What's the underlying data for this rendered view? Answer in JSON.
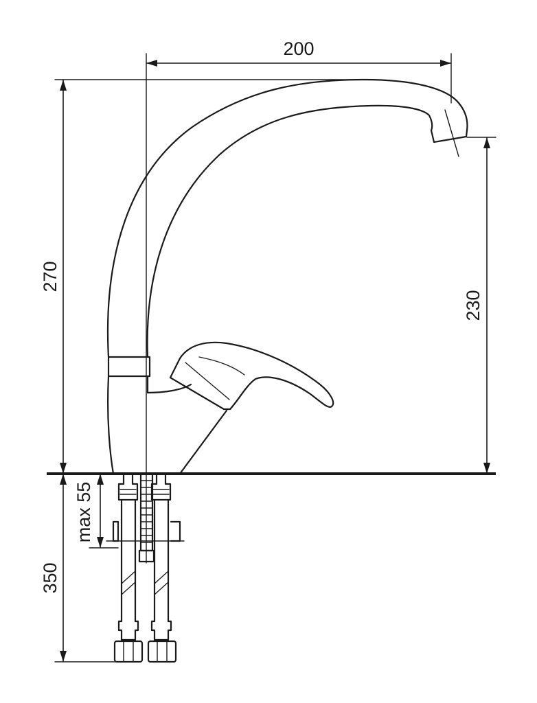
{
  "dimensions": {
    "spout_reach": "200",
    "total_height": "270",
    "spout_outlet_height": "230",
    "max_counter_thickness": "max 55",
    "hose_length": "350"
  }
}
